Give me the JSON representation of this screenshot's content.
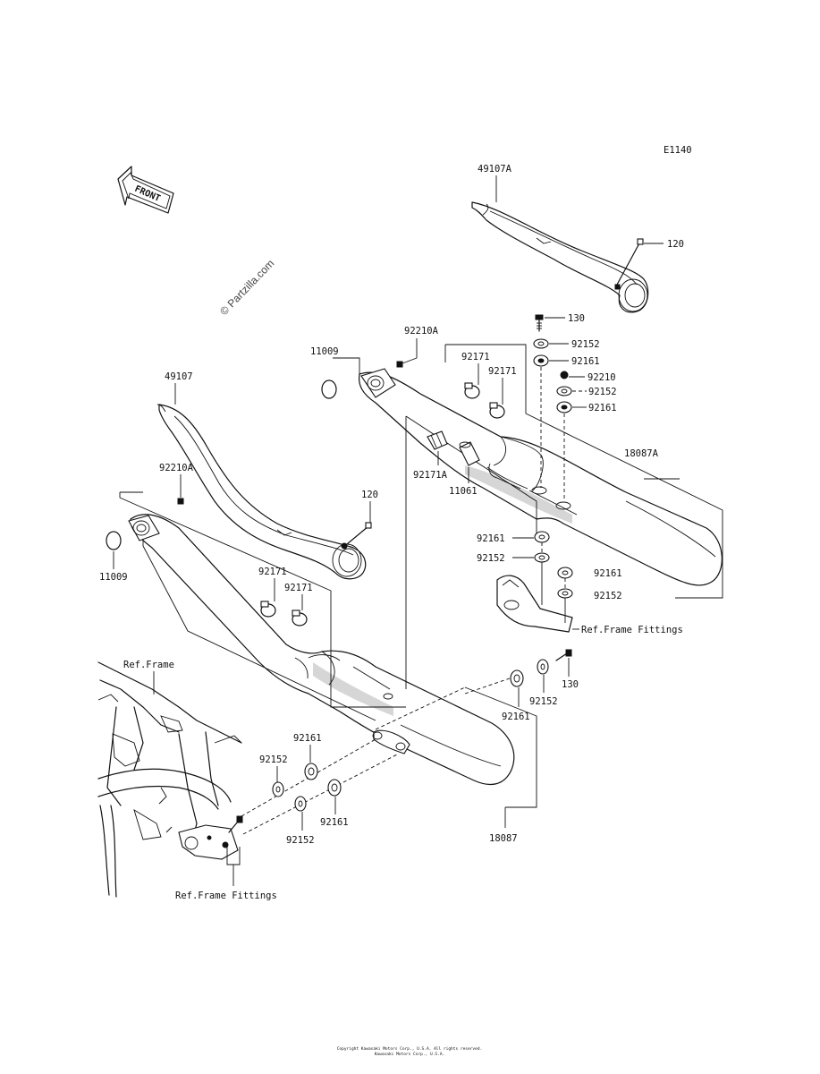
{
  "diagram_code": "E1140",
  "watermark": "© Partzilla.com",
  "front_arrow_label": "FRONT",
  "footer_lines": [
    "Copyright Kawasaki Motors Corp., U.S.A. All rights reserved.",
    "Kawasaki Motors Corp., U.S.A."
  ],
  "labels": {
    "p49107A": "49107A",
    "p120_top": "120",
    "p130_top": "130",
    "p92152_top1": "92152",
    "p92161_top1": "92161",
    "p92210": "92210",
    "p92152_top2": "92152",
    "p92161_top2": "92161",
    "p92210A_top": "92210A",
    "p11009_top": "11009",
    "p92171_a": "92171",
    "p92171_b": "92171",
    "p92171A": "92171A",
    "p11061": "11061",
    "p18087A": "18087A",
    "p49107": "49107",
    "p92210A_left": "92210A",
    "p120_left": "120",
    "p11009_left": "11009",
    "p92171_c": "92171",
    "p92171_d": "92171",
    "p92161_mid1": "92161",
    "p92152_mid1": "92152",
    "p92161_mid2": "92161",
    "p92152_mid2": "92152",
    "ref_frame_fittings_right": "Ref.Frame Fittings",
    "p130_right": "130",
    "p92152_right": "92152",
    "p92161_right": "92161",
    "ref_frame": "Ref.Frame",
    "p92161_low1": "92161",
    "p92152_low1": "92152",
    "p92161_low2": "92161",
    "p92152_low2": "92152",
    "p18087": "18087",
    "ref_frame_fittings_left": "Ref.Frame Fittings"
  }
}
